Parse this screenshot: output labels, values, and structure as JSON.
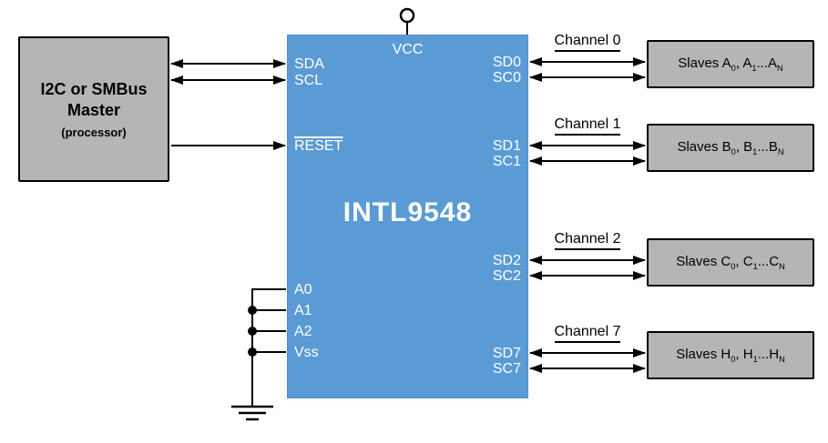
{
  "colors": {
    "chip_fill": "#5b9bd5",
    "box_fill": "#b5b5b5",
    "line": "#000000"
  },
  "master": {
    "line1": "I2C or SMBus",
    "line2": "Master",
    "line3": "(processor)"
  },
  "chip": {
    "name": "INTL9548",
    "vcc": "VCC",
    "sda": "SDA",
    "scl": "SCL",
    "reset": "RESET",
    "a0": "A0",
    "a1": "A1",
    "a2": "A2",
    "vss": "Vss"
  },
  "channels": [
    {
      "label": "Channel 0",
      "sd": "SD0",
      "sc": "SC0",
      "slave": {
        "pre": "Slaves A",
        "s1": "0",
        "mid": ", A",
        "s2": "1",
        "dots": "...A",
        "s3": "N"
      }
    },
    {
      "label": "Channel 1",
      "sd": "SD1",
      "sc": "SC1",
      "slave": {
        "pre": "Slaves B",
        "s1": "0",
        "mid": ", B",
        "s2": "1",
        "dots": "...B",
        "s3": "N"
      }
    },
    {
      "label": "Channel 2",
      "sd": "SD2",
      "sc": "SC2",
      "slave": {
        "pre": "Slaves C",
        "s1": "0",
        "mid": ", C",
        "s2": "1",
        "dots": "...C",
        "s3": "N"
      }
    },
    {
      "label": "Channel 7",
      "sd": "SD7",
      "sc": "SC7",
      "slave": {
        "pre": "Slaves H",
        "s1": "0",
        "mid": ", H",
        "s2": "1",
        "dots": "...H",
        "s3": "N"
      }
    }
  ]
}
